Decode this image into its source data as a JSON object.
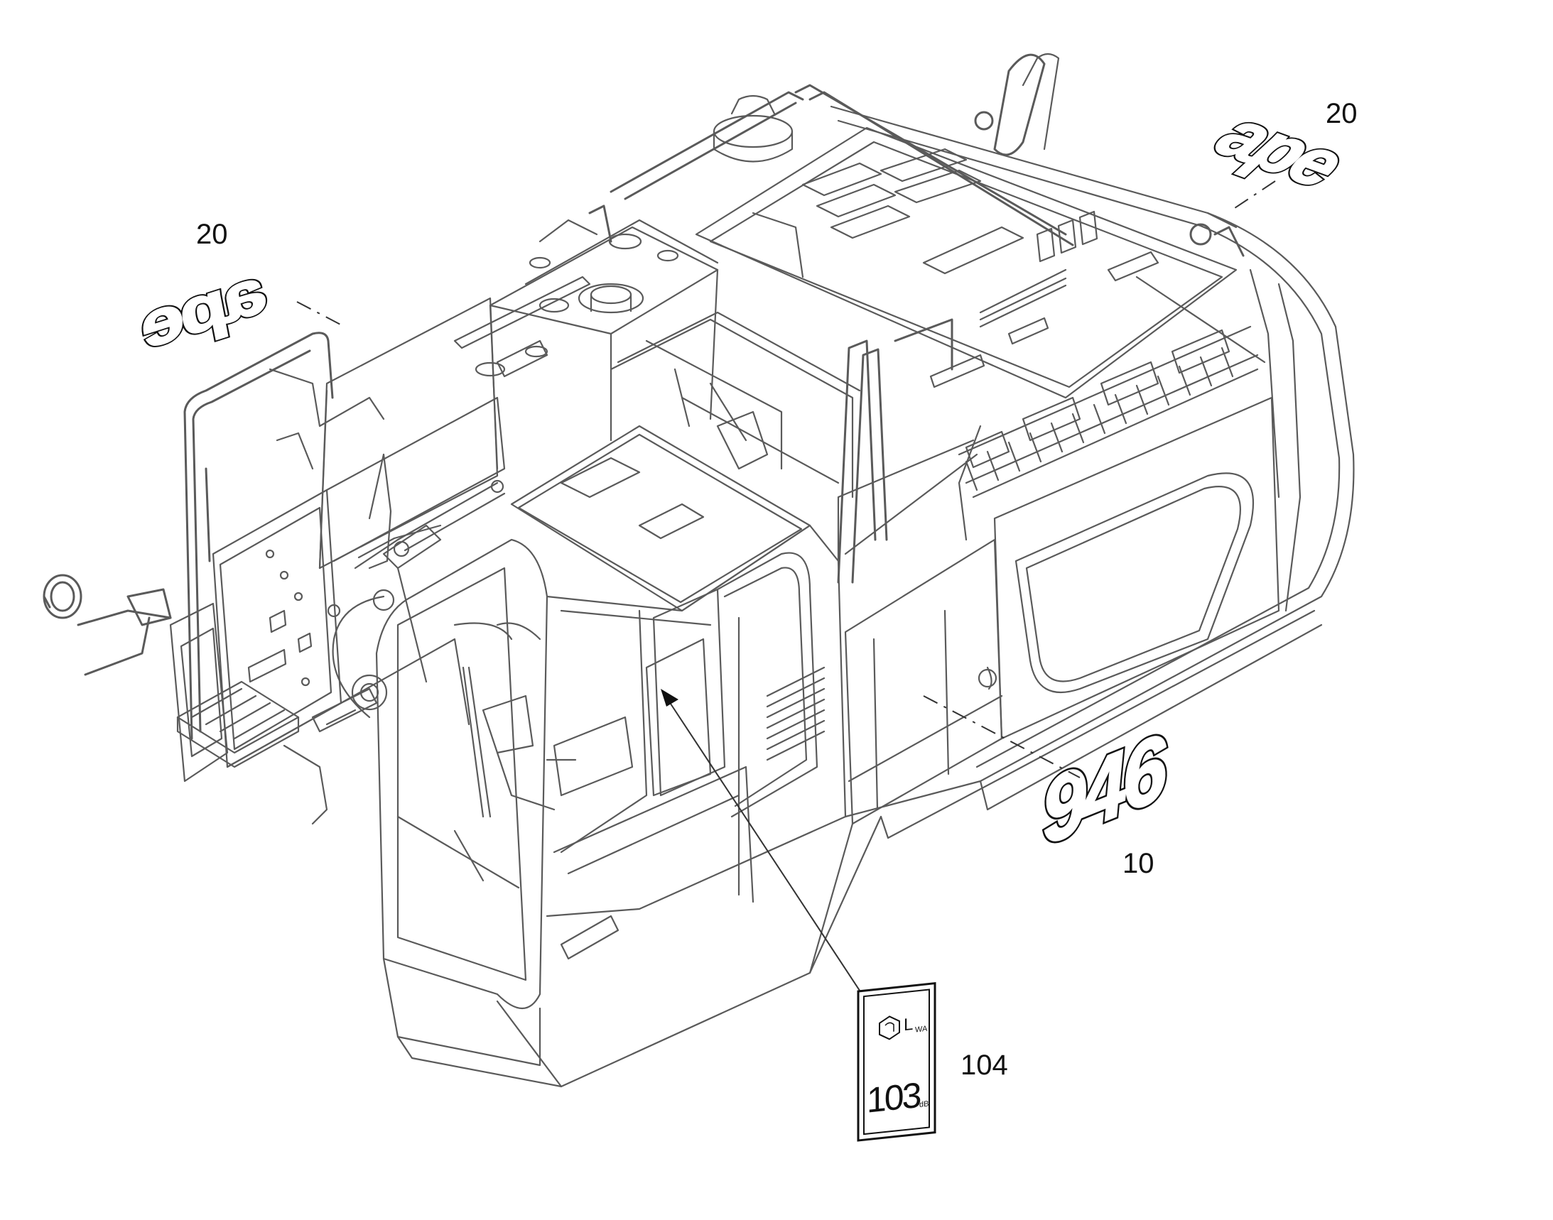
{
  "callouts": {
    "decal_left": "20",
    "decal_right": "20",
    "decal_model": "10",
    "noise_label": "104"
  },
  "decals": {
    "brand_mirrored": "ape",
    "model_number": "946"
  },
  "noise_sticker": {
    "symbol": "L",
    "subscript": "WA",
    "value": "103",
    "unit": "dB"
  },
  "colors": {
    "line": "#5a5a5a",
    "ink": "#111111",
    "background": "#ffffff"
  }
}
